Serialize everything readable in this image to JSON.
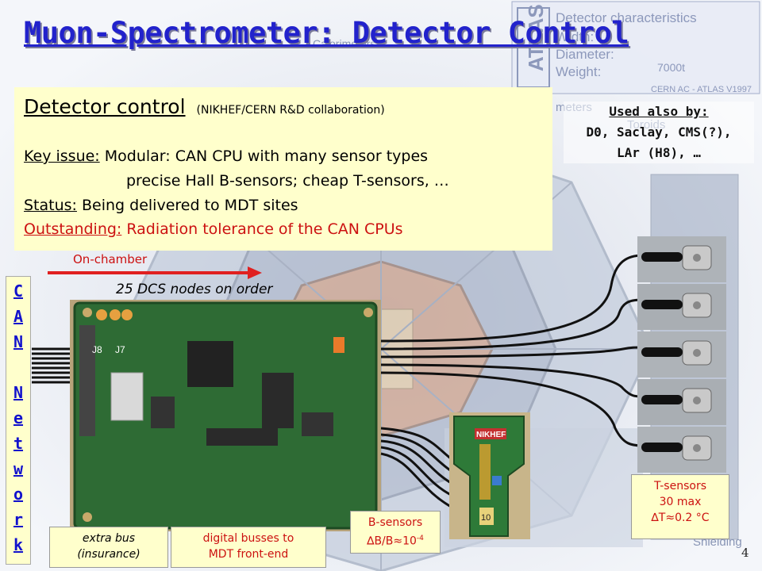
{
  "slide": {
    "title": "Muon-Spectrometer: Detector Control",
    "page_number": "4"
  },
  "textbox": {
    "heading": "Detector control",
    "heading_note": "(NIKHEF/CERN R&D collaboration)",
    "key_issue_label": "Key issue:",
    "key_issue_text": " Modular: CAN CPU with many sensor types",
    "key_issue_text2": "precise Hall B-sensors; cheap T-sensors, …",
    "status_label": "Status:",
    "status_text": " Being delivered to MDT sites",
    "outstanding_label": "Outstanding:",
    "outstanding_text": " Radiation tolerance of the CAN CPUs"
  },
  "used_by": {
    "label": "Used also by:",
    "line1": "D0, Saclay, CMS(?),",
    "line2": "LAr (H8), …"
  },
  "diagram": {
    "on_chamber": "On-chamber",
    "nodes_on_order": "25 DCS nodes on order",
    "can_network_letters": [
      "C",
      "A",
      "N",
      " ",
      "N",
      "e",
      "t",
      "w",
      "o",
      "r",
      "k"
    ],
    "extra_bus_line1": "extra bus",
    "extra_bus_line2": "(insurance)",
    "digital_line1": "digital busses to",
    "digital_line2": "MDT front-end",
    "bsensors_line1": "B-sensors",
    "bsensors_line2": "∆B/B≈10",
    "bsensors_exp": "-4",
    "tsensors_line1": "T-sensors",
    "tsensors_line2": "30 max",
    "tsensors_line3": "∆T≈0.2 ",
    "tsensors_unit": "°C",
    "board_labels": [
      "J8",
      "J7"
    ],
    "bsensor_logo": "NIKHEF",
    "bsensor_number": "10"
  },
  "background": {
    "panel_lines": [
      "Detector characteristics",
      "Width:",
      "Diameter:",
      "Weight:",
      "7000t"
    ],
    "panel_caption": "CERN AC - ATLAS V1997",
    "atlas_logo": "ATLAS",
    "bg_labels": [
      "meters",
      "Calorimeters",
      "Toroids",
      "Shielding"
    ]
  },
  "colors": {
    "title_blue": "#2222cc",
    "highlight_yellow": "#ffffcc",
    "emphasis_red": "#cc1111",
    "pcb_green": "#2e6b34",
    "can_letters_blue": "#1111cc"
  }
}
